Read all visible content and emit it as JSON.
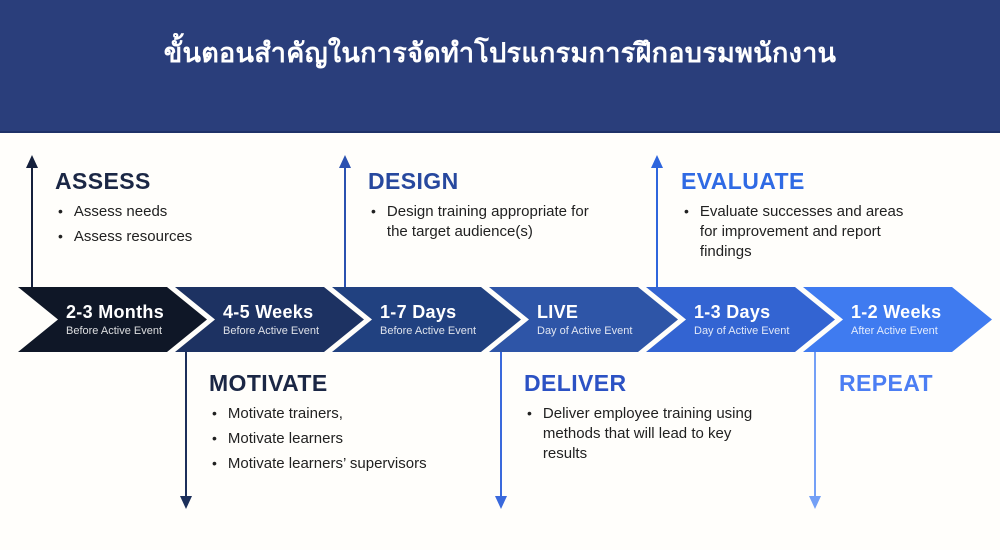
{
  "page": {
    "background": "#fffefb"
  },
  "header": {
    "title": "ขั้นตอนสำคัญในการจัดทำโปรแกรมการฝึกอบรมพนักงาน",
    "background": "#2a3e7b",
    "title_color": "#ffffff"
  },
  "timeline": {
    "segments": [
      {
        "label": "2-3 Months",
        "sublabel": "Before Active Event",
        "color": "#0f1727"
      },
      {
        "label": "4-5 Weeks",
        "sublabel": "Before Active Event",
        "color": "#1d3262"
      },
      {
        "label": "1-7 Days",
        "sublabel": "Before Active Event",
        "color": "#214180"
      },
      {
        "label": "LIVE",
        "sublabel": "Day of Active Event",
        "color": "#2e55a7"
      },
      {
        "label": "1-3 Days",
        "sublabel": "Day of Active Event",
        "color": "#3364d2"
      },
      {
        "label": "1-2 Weeks",
        "sublabel": "After Active Event",
        "color": "#3f7bf0"
      }
    ]
  },
  "callouts_top": [
    {
      "title": "ASSESS",
      "title_color": "#1b2745",
      "arrow_color": "#15203c",
      "bullets": [
        [
          "Assess needs"
        ],
        [
          "Assess resources"
        ]
      ]
    },
    {
      "title": "DESIGN",
      "title_color": "#27489e",
      "arrow_color": "#2b51b0",
      "bullets": [
        [
          "Design training appropriate for",
          "the target audience(s)"
        ]
      ]
    },
    {
      "title": "EVALUATE",
      "title_color": "#2f6ae4",
      "arrow_color": "#2f66dd",
      "bullets": [
        [
          "Evaluate successes and areas",
          "for improvement and report",
          "findings"
        ]
      ]
    }
  ],
  "callouts_bottom": [
    {
      "title": "MOTIVATE",
      "title_color": "#1b2745",
      "arrow_color": "#1c2f5a",
      "bullets": [
        [
          "Motivate trainers,"
        ],
        [
          "Motivate learners"
        ],
        [
          "Motivate learners’ supervisors"
        ]
      ]
    },
    {
      "title": "DELIVER",
      "title_color": "#2c52c4",
      "arrow_color": "#3a69dc",
      "bullets": [
        [
          "Deliver employee training using",
          "methods that will lead to key",
          "results"
        ]
      ]
    },
    {
      "title": "REPEAT",
      "title_color": "#4c7ef3",
      "arrow_color": "#74a0f6",
      "bullets": []
    }
  ]
}
